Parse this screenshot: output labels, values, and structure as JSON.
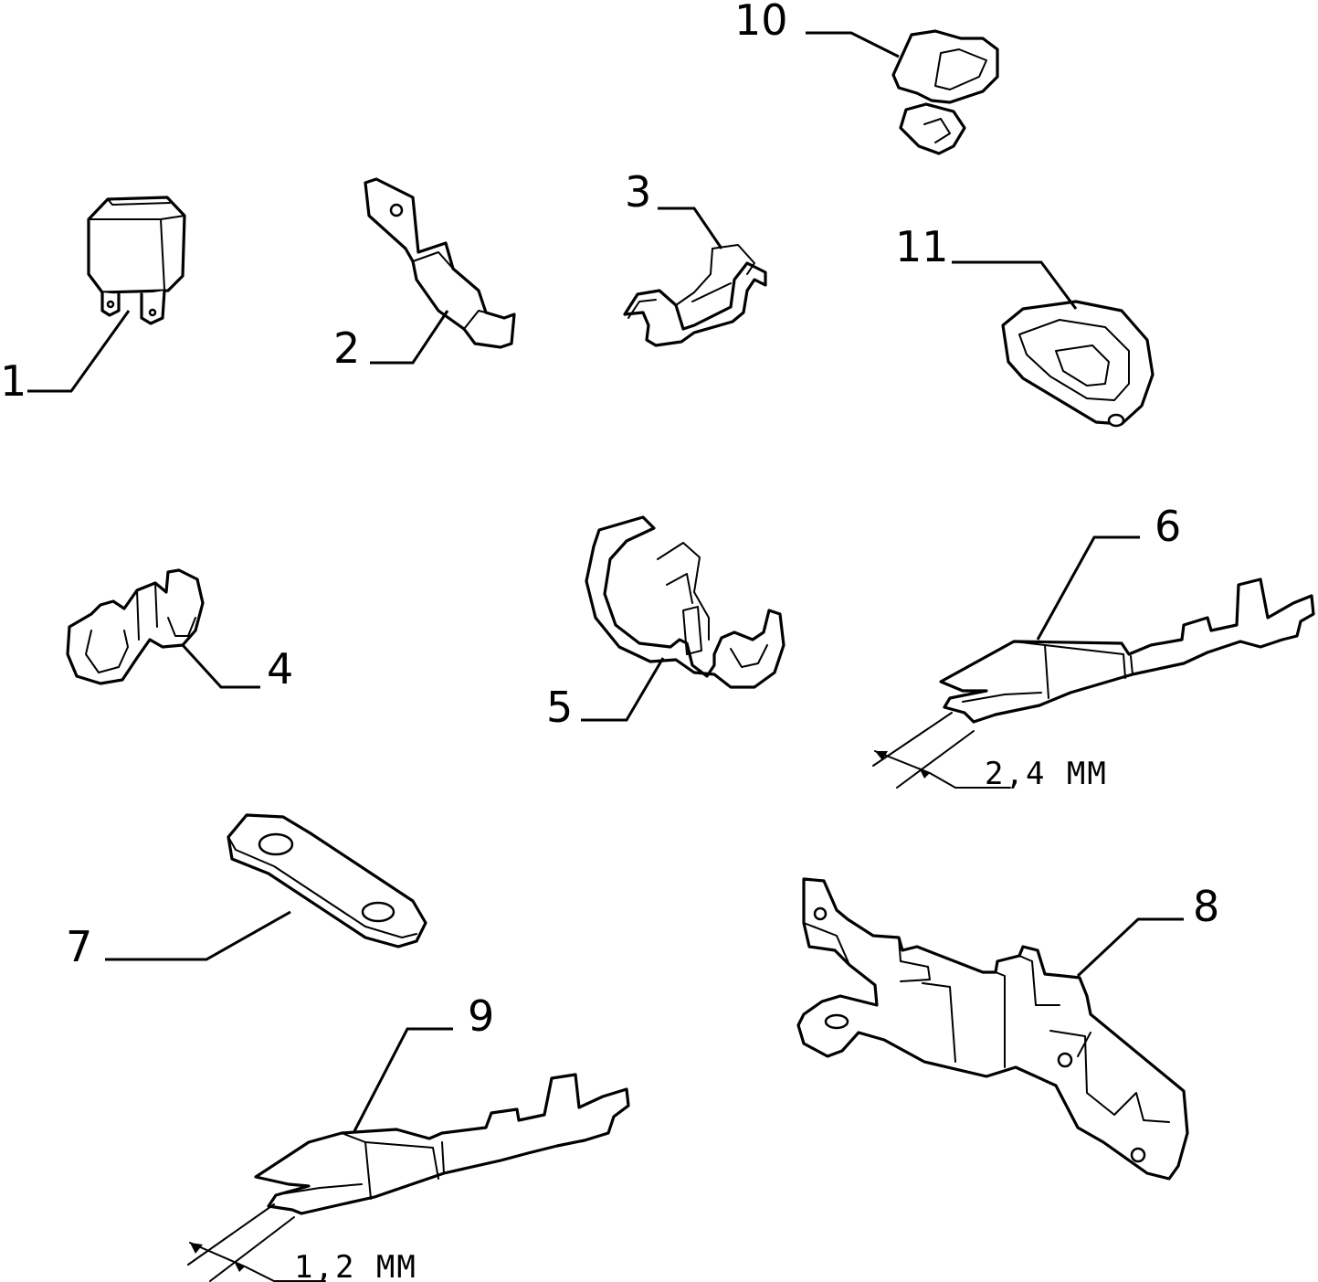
{
  "callouts": {
    "c1": "1",
    "c2": "2",
    "c3": "3",
    "c4": "4",
    "c5": "5",
    "c6": "6",
    "c7": "7",
    "c8": "8",
    "c9": "9",
    "c10": "10",
    "c11": "11"
  },
  "dimensions": {
    "d6": "2,4 MM",
    "d9": "1,2 MM"
  },
  "colors": {
    "line": "#000000",
    "background": "#ffffff"
  }
}
